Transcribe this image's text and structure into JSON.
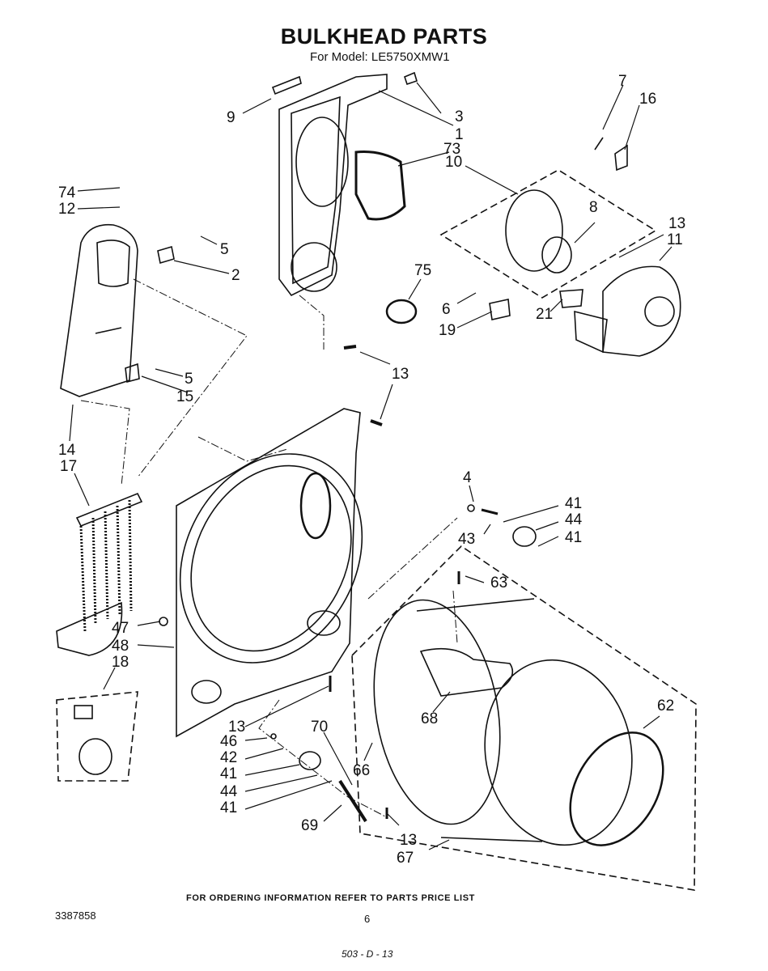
{
  "header": {
    "title": "BULKHEAD PARTS",
    "model_line": "For Model: LE5750XMW1"
  },
  "callouts": [
    "1",
    "2",
    "3",
    "5",
    "5",
    "6",
    "7",
    "8",
    "9",
    "10",
    "11",
    "12",
    "13",
    "13",
    "13",
    "13",
    "14",
    "15",
    "16",
    "17",
    "18",
    "19",
    "21",
    "41",
    "41",
    "41",
    "41",
    "42",
    "43",
    "44",
    "44",
    "46",
    "47",
    "48",
    "62",
    "63",
    "66",
    "67",
    "68",
    "69",
    "70",
    "73",
    "74",
    "75",
    "4"
  ],
  "footer": {
    "ordering_note": "FOR ORDERING INFORMATION REFER TO PARTS PRICE LIST",
    "document_number": "3387858",
    "page_number": "6",
    "handwritten_code": "503 - D - 13"
  }
}
